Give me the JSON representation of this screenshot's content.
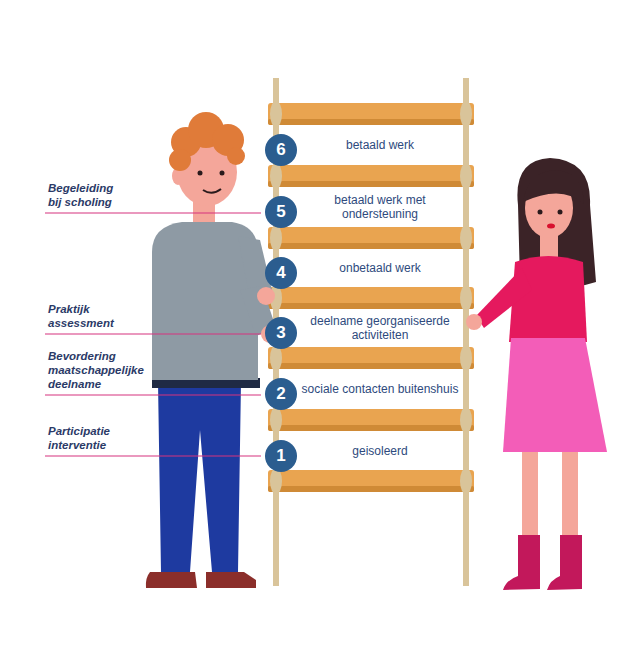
{
  "diagram": {
    "nodes": [
      {
        "text": [
          "6"
        ]
      },
      {
        "text": [
          "5"
        ]
      },
      {
        "text": [
          "4"
        ]
      },
      {
        "text": [
          "3"
        ]
      },
      {
        "text": [
          "2"
        ]
      },
      {
        "text": [
          "1"
        ]
      }
    ],
    "labels": [
      "betaald werk",
      "Begeleiding bij scholing",
      "betaald werk met ondersteuning",
      "onbetaald werk",
      "Praktijk assessment",
      "deelname georganiseerde activiteiten",
      "Bevordering maatschappelijke deelname",
      "sociale contacten buitenshuis",
      "Participatie interventie",
      "geisoleerd"
    ]
  }
}
